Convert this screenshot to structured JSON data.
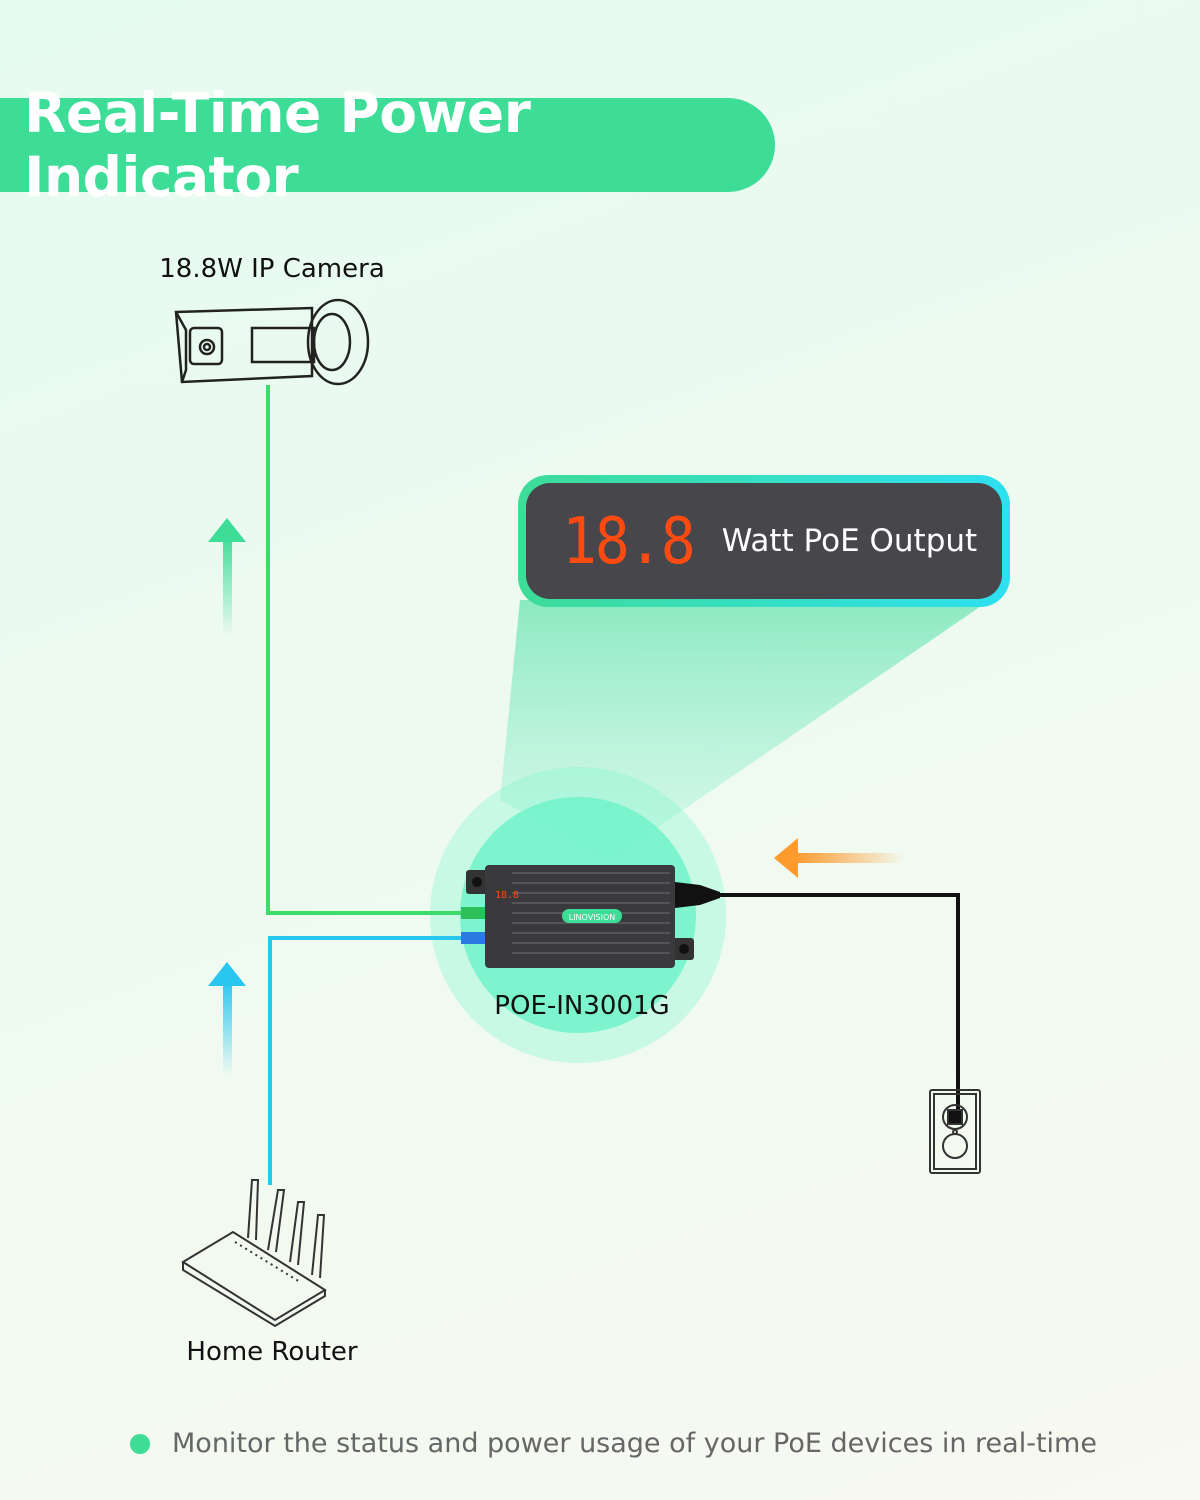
{
  "title": "Real-Time Power Indicator",
  "camera_label": "18.8W IP Camera",
  "display": {
    "value": "18.8",
    "label": "Watt PoE Output"
  },
  "device": {
    "model": "POE-IN3001G",
    "brand": "LINOVISION"
  },
  "router_label": "Home Router",
  "footer": "Monitor the status and power usage of your PoE devices in real-time",
  "colors": {
    "accent": "#3ddc97",
    "data_line": "#3ddc6a",
    "lan_line": "#29c6f0",
    "power_arrow": "#ff9a2e",
    "display_digits": "#ff4a12"
  }
}
